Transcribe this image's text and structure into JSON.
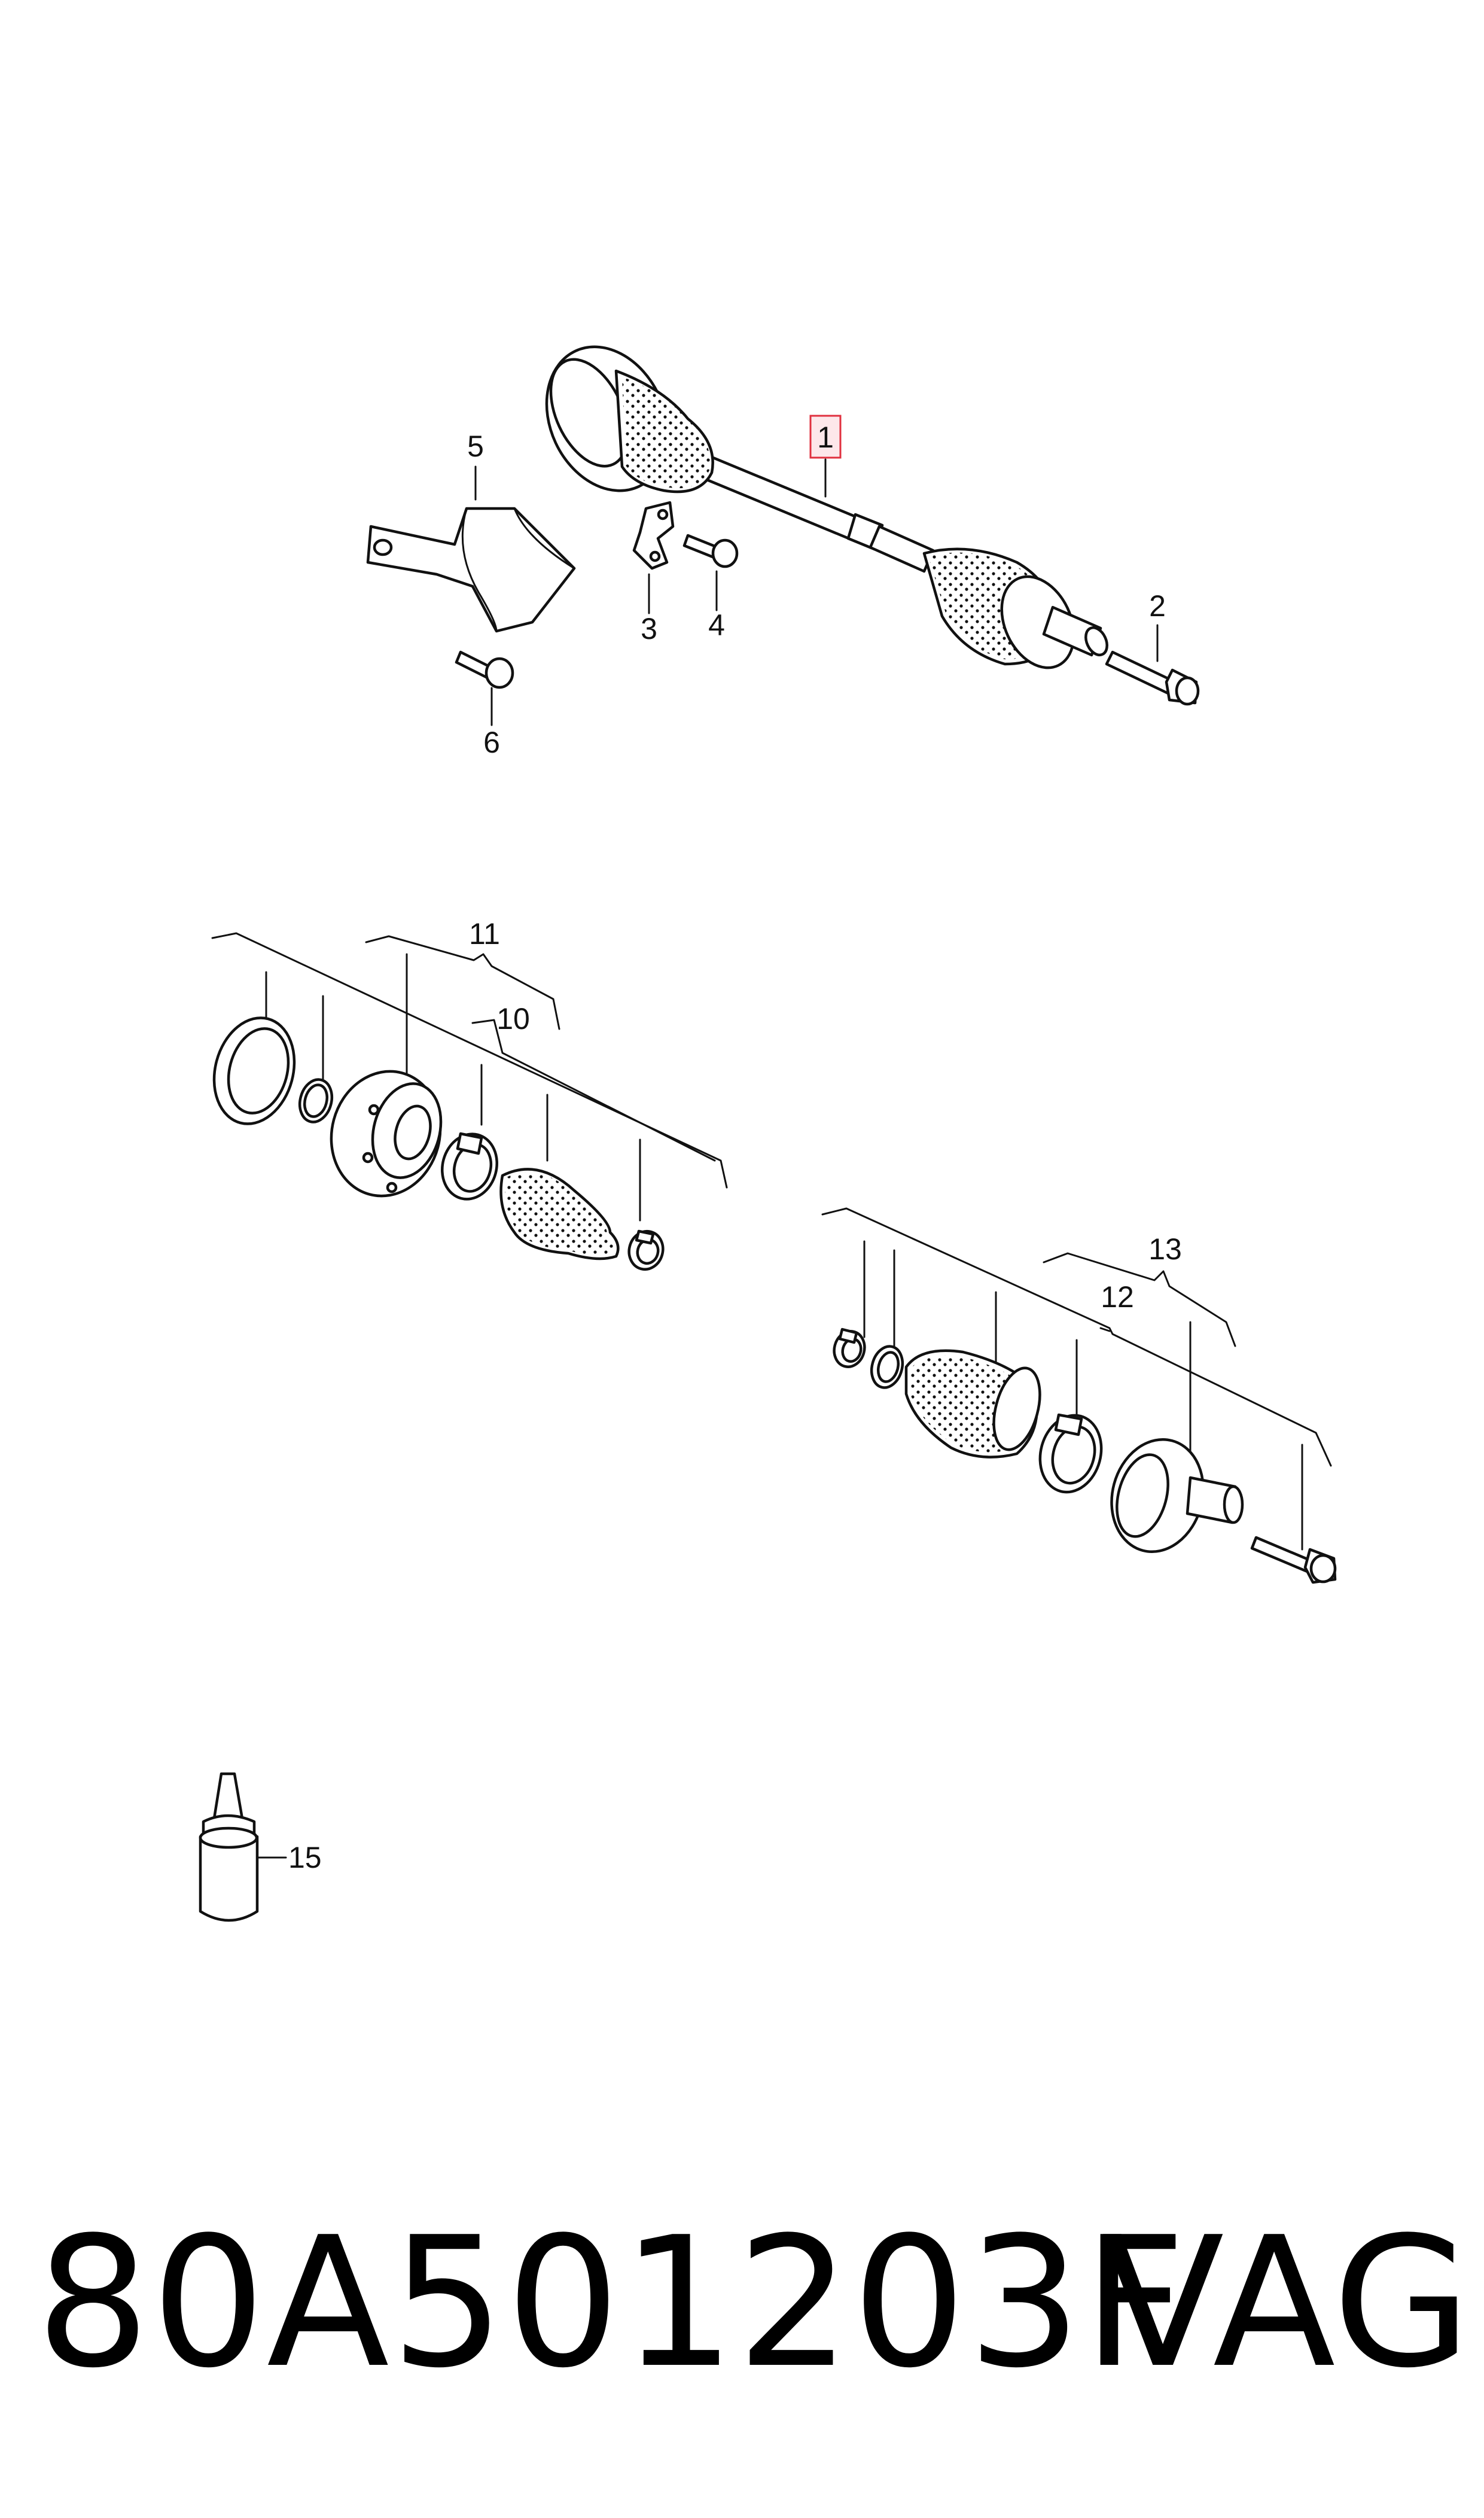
{
  "callouts": {
    "c1": "1",
    "c2": "2",
    "c3": "3",
    "c4": "4",
    "c5": "5",
    "c6": "6",
    "c10": "10",
    "c11": "11",
    "c12": "12",
    "c13": "13",
    "c15": "15"
  },
  "highlight_color": "#e0303f",
  "footer": {
    "part_number": "80A501203F",
    "brand": "VAG"
  }
}
